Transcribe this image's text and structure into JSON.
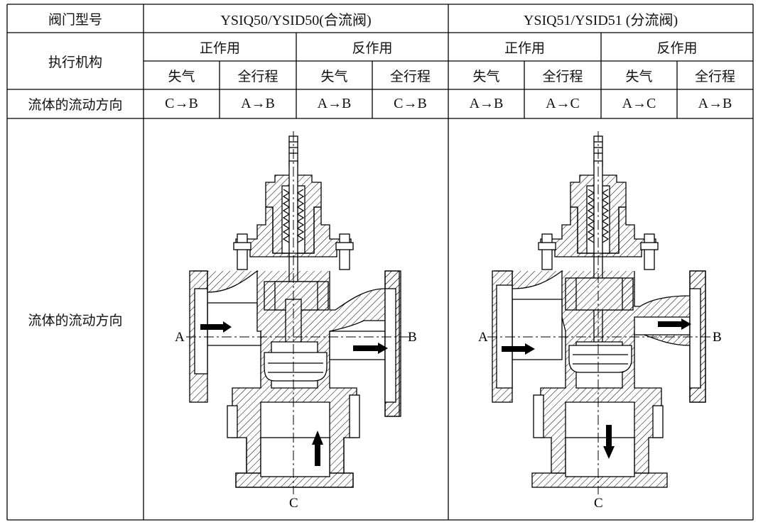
{
  "table": {
    "header": {
      "valve_model_label": "阀门型号",
      "model_merge": "YSIQ50/YSID50(合流阀)",
      "model_split": "YSIQ51/YSID51 (分流阀)",
      "actuator_label": "执行机构",
      "action_direct": "正作用",
      "action_reverse": "反作用",
      "fail_closed": "失气",
      "full_stroke": "全行程"
    },
    "flow_row": {
      "label": "流体的流动方向",
      "values": [
        "C→B",
        "A→B",
        "A→B",
        "C→B",
        "A→B",
        "A→C",
        "A→C",
        "A→B"
      ]
    },
    "diagram_row": {
      "label": "流体的流动方向"
    }
  },
  "diagrams": {
    "merge": {
      "port_a": "A",
      "port_b": "B",
      "port_c": "C"
    },
    "split": {
      "port_a": "A",
      "port_b": "B",
      "port_c": "C"
    }
  }
}
